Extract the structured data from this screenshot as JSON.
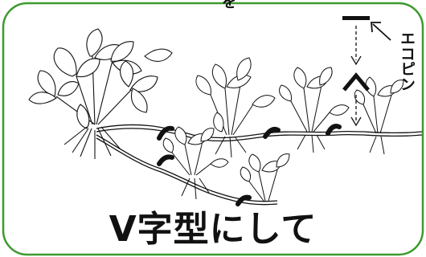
{
  "caption": "V字型にして",
  "pin_label": "エコピン",
  "top_partial": "を",
  "colors": {
    "frame": "#3d9a2e",
    "ink": "#111111",
    "pin": "#111111"
  },
  "icons": [
    "strawberry-plant-icon",
    "runner-icon",
    "eco-pin-icon",
    "arrow-icon"
  ]
}
